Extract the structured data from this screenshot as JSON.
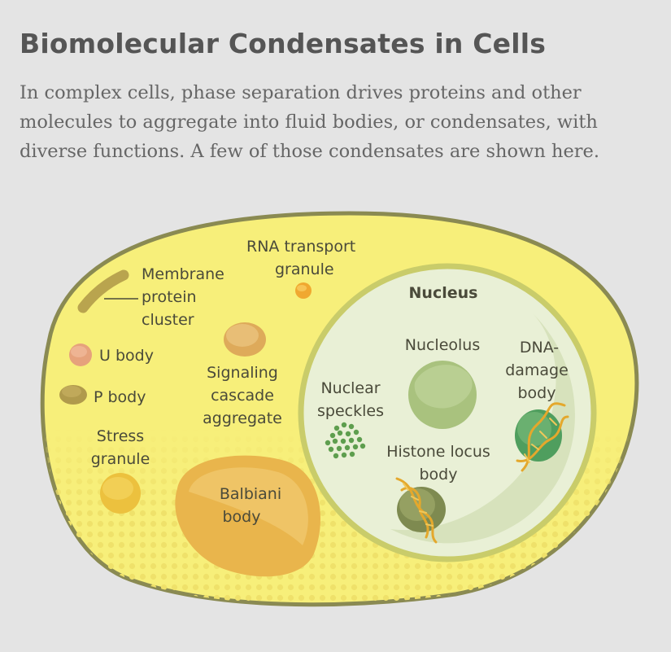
{
  "header": {
    "title": "Biomolecular Condensates in Cells",
    "intro": "In complex cells, phase separation drives proteins and other molecules to aggregate into fluid bodies, or condensates, with diverse functions. A few of those condensates are shown here."
  },
  "colors": {
    "background": "#e4e4e4",
    "cytoplasm": "#f7ef7a",
    "cell_border": "#8a8a52",
    "nucleus_fill": "#e9f0d6",
    "nucleus_border": "#c9cc6a",
    "text": "#4a4a3a"
  },
  "labels": {
    "membrane_cluster": [
      "Membrane",
      "protein",
      "cluster"
    ],
    "rna_transport": [
      "RNA transport",
      "granule"
    ],
    "u_body": "U body",
    "p_body": "P body",
    "signaling": [
      "Signaling",
      "cascade",
      "aggregate"
    ],
    "stress_granule": [
      "Stress",
      "granule"
    ],
    "balbiani": [
      "Balbiani",
      "body"
    ],
    "nucleus": "Nucleus",
    "nucleolus": "Nucleolus",
    "dna_damage": [
      "DNA-",
      "damage",
      "body"
    ],
    "nuclear_speckles": [
      "Nuclear",
      "speckles"
    ],
    "histone_locus": [
      "Histone locus",
      "body"
    ]
  }
}
